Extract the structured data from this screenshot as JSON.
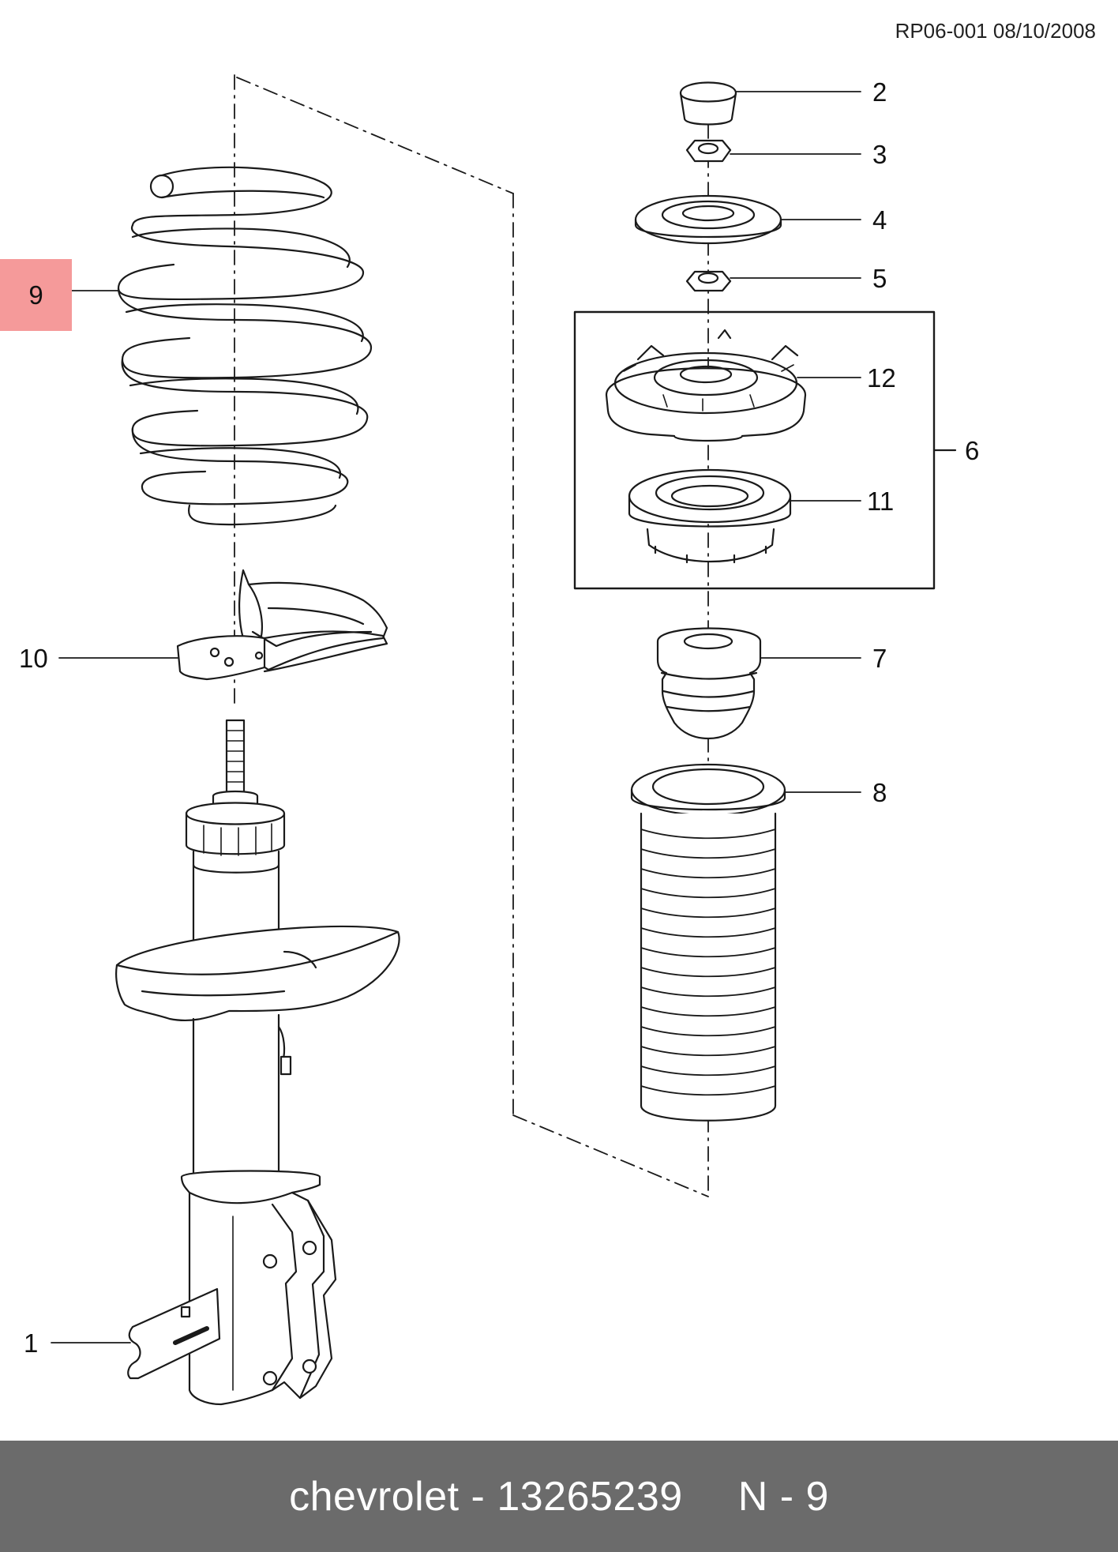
{
  "doc_ref": "RP06-001 08/10/2008",
  "callouts": {
    "c1": "1",
    "c2": "2",
    "c3": "3",
    "c4": "4",
    "c5": "5",
    "c6": "6",
    "c7": "7",
    "c8": "8",
    "c9": "9",
    "c10": "10",
    "c11": "11",
    "c12": "12"
  },
  "highlight_color": "#f59a9a",
  "footer": {
    "brand_part": "chevrolet - 13265239",
    "position": "N - 9"
  }
}
